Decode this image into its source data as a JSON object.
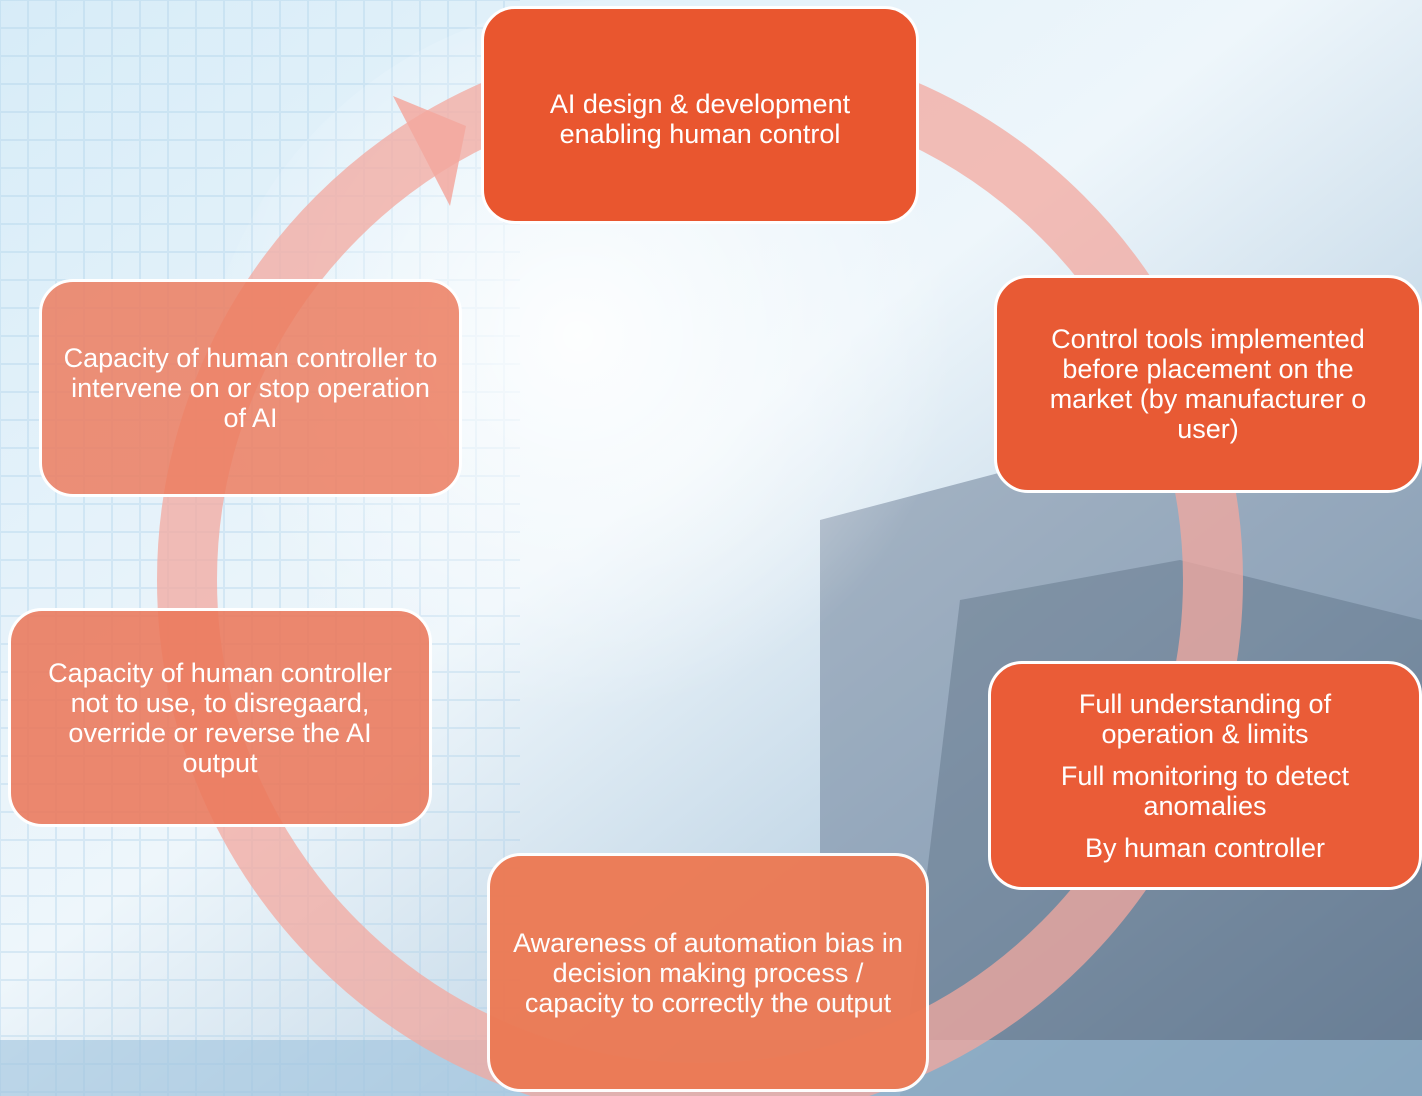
{
  "diagram": {
    "type": "cycle",
    "nodes": [
      {
        "id": "top",
        "lines": [
          "AI design & development enabling human control"
        ]
      },
      {
        "id": "right-upper",
        "lines": [
          "Control tools implemented before placement on the market (by manufacturer o user)"
        ]
      },
      {
        "id": "right-lower",
        "lines": [
          "Full understanding of operation & limits",
          "Full monitoring to detect anomalies",
          "By human controller"
        ]
      },
      {
        "id": "bottom",
        "lines": [
          "Awareness of automation bias in decision making process / capacity to correctly  the output"
        ]
      },
      {
        "id": "left-lower",
        "lines": [
          "Capacity of human controller not to use, to disregaard, override or reverse the AI output"
        ]
      },
      {
        "id": "left-upper",
        "lines": [
          "Capacity of human controller to intervene on or stop operation of AI"
        ]
      }
    ],
    "colors": {
      "node_primary": "#e9562f",
      "node_faded": "#ec7d5f",
      "ring": "#f4b7ad",
      "background": "#cfe6f5"
    }
  }
}
